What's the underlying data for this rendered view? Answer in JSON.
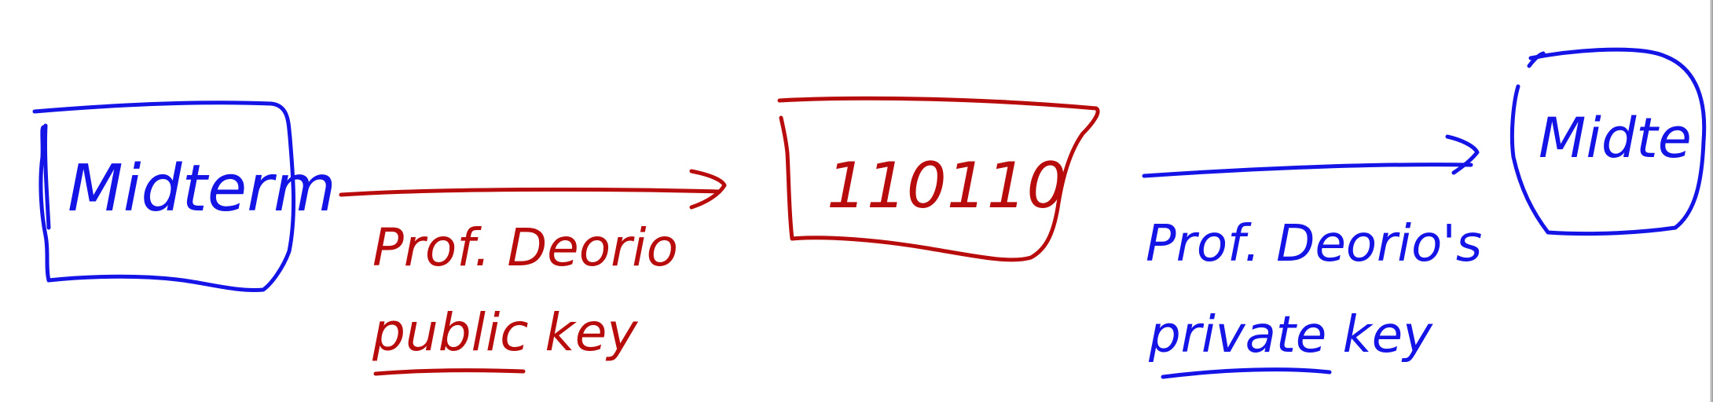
{
  "colors": {
    "blue_ink": "#1414e6",
    "red_ink": "#b80c0c",
    "background": "#ffffff"
  },
  "diagram": {
    "plaintext_box": {
      "label": "Midterm",
      "color": "blue"
    },
    "encrypt_arrow": {
      "label_line1": "Prof. Deorio",
      "label_line2": "public key",
      "color": "red"
    },
    "ciphertext_box": {
      "label": "110110",
      "color": "red"
    },
    "decrypt_arrow": {
      "label_line1": "Prof. Deorio's",
      "label_line2": "private key",
      "color": "blue"
    },
    "result_box": {
      "label": "Midte",
      "color": "blue"
    }
  }
}
